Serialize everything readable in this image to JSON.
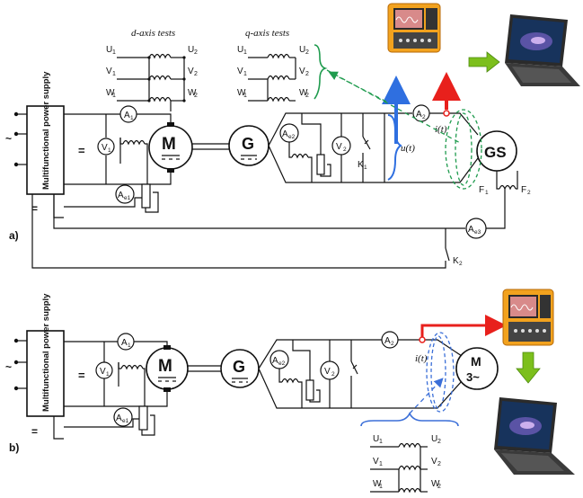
{
  "panel_a": {
    "label": "a)",
    "psu": "Multifunctional power supply",
    "d_title": "d-axis tests",
    "q_title": "q-axis tests",
    "winding": {
      "u1": "U",
      "u2": "U",
      "v1": "V",
      "v2": "V",
      "w1": "W",
      "w2": "W",
      "s1": "1",
      "s2": "2"
    },
    "motor": "M",
    "gen": "G",
    "gs": "GS",
    "a1": "A",
    "a1s": "1",
    "a2": "A",
    "a2s": "2",
    "v1": "V",
    "v1s": "1",
    "v2": "V",
    "v2s": "2",
    "ae1": "A",
    "ae1s": "e1",
    "ae2": "A",
    "ae2s": "e2",
    "ae3": "A",
    "ae3s": "e3",
    "k1": "K",
    "k1s": "1",
    "k2": "K",
    "k2s": "2",
    "f1": "F",
    "f1s": "1",
    "f2": "F",
    "f2s": "2",
    "ut": "u(t)",
    "it": "i(t)",
    "ac": "~",
    "dc": "=",
    "dc2": "="
  },
  "panel_b": {
    "label": "b)",
    "psu": "Multifunctional power supply",
    "motor": "M",
    "gen": "G",
    "m3_top": "M",
    "m3_bot": "3~",
    "a1": "A",
    "a1s": "1",
    "a2": "A",
    "a2s": "2",
    "v1": "V",
    "v1s": "1",
    "v2": "V",
    "v2s": "2",
    "ae1": "A",
    "ae1s": "e1",
    "ae2": "A",
    "ae2s": "e2",
    "it": "i(t)",
    "ac": "~",
    "dc": "=",
    "dc2": "="
  },
  "colors": {
    "voltage_arrow": "#2f6fe0",
    "current_arrow": "#e8201c",
    "data_arrow": "#7cbf1c",
    "q_bracket": "#1f9b4e",
    "b_bracket": "#3b6fd8"
  }
}
